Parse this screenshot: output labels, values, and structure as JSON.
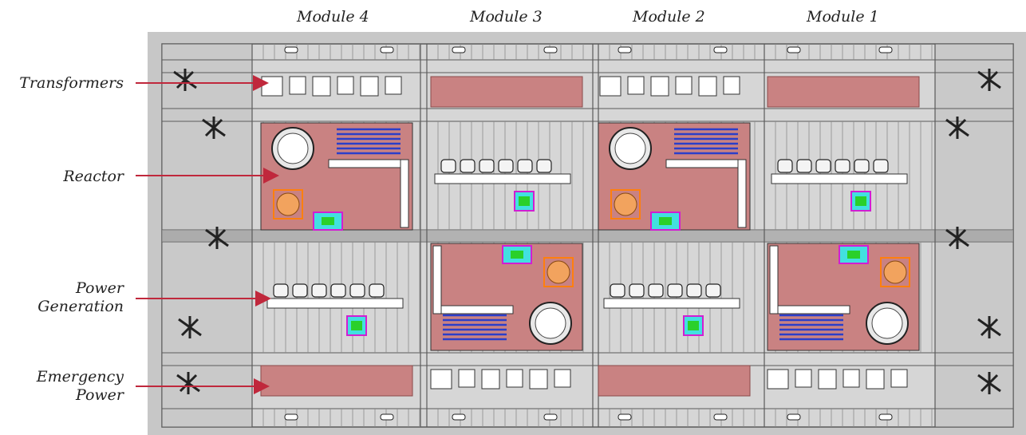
{
  "modules": [
    "Module 4",
    "Module 3",
    "Module 2",
    "Module 1"
  ],
  "labels": {
    "transformers": "Transformers",
    "reactor": "Reactor",
    "power_generation_1": "Power",
    "power_generation_2": "Generation",
    "emergency_power_1": "Emergency",
    "emergency_power_2": "Power"
  },
  "colors": {
    "arrow": "#c0283c",
    "background": "#c7c7c7",
    "plan_fill": "#d6d6d6",
    "gridline": "#5a5a5a",
    "reactor_room": "#c98282",
    "vessel_orange": "#f2a35e",
    "vessel_frame": "#ff7f0e",
    "cooling_blue": "#2b3ec9",
    "cyan": "#42e0e0",
    "magenta": "#d21ed2",
    "green": "#2ad02a"
  }
}
